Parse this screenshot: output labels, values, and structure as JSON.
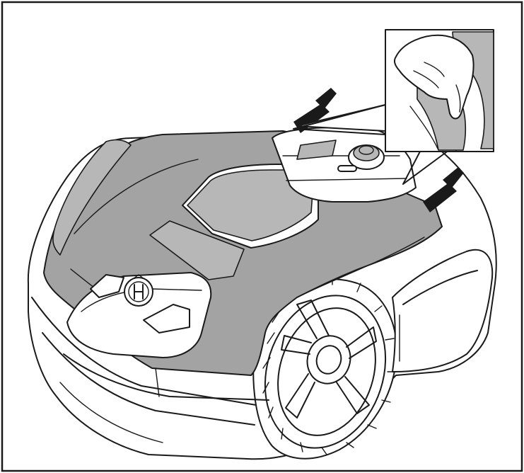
{
  "figure": {
    "subject": "robotic-lawn-mower",
    "frame": true,
    "colors": {
      "ink": "#1a1a1a",
      "body_cover": "#a3a3a3",
      "background": "#ffffff"
    },
    "callouts": [
      {
        "name": "arrow-rear-cover-left",
        "icon": "arrow-icon"
      },
      {
        "name": "arrow-rear-cover-right",
        "icon": "arrow-icon"
      }
    ],
    "inset": {
      "content": "hand-lifting-body-cover"
    }
  }
}
